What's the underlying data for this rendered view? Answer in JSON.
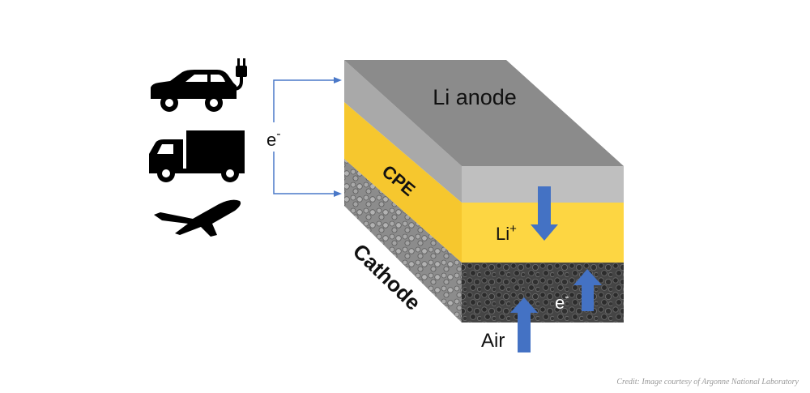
{
  "labels": {
    "anode": "Li anode",
    "electrolyte": "CPE",
    "cathode": "Cathode",
    "li_ion": "Li",
    "li_ion_sup": "+",
    "electron": "e",
    "electron_sup": "-",
    "air": "Air",
    "circuit_electron": "e",
    "circuit_electron_sup": "-"
  },
  "icons": [
    "electric-car-icon",
    "truck-icon",
    "airplane-icon"
  ],
  "credit": "Credit: Image courtesy of Argonne National Laboratory",
  "colors": {
    "anode_top": "#8a8a8a",
    "anode_side": "#a8a8a8",
    "anode_front": "#c0c0c0",
    "electrolyte": "#fdd642",
    "cathode": "#3c3c3c",
    "arrow": "#4472c4",
    "wire": "#4a78c8",
    "icon": "#000000"
  }
}
